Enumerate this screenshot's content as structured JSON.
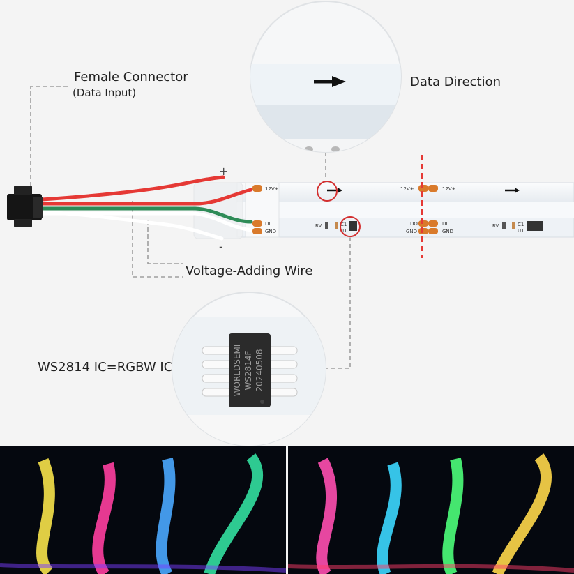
{
  "labels": {
    "female_connector": "Female Connector",
    "data_input": "(Data Input)",
    "data_direction": "Data Direction",
    "voltage_wire": "Voltage-Adding Wire",
    "ic_label": "WS2814 IC=RGBW IC"
  },
  "wire_marks": {
    "plus": "+",
    "minus": "-"
  },
  "pads": {
    "pad_12v": "12V+",
    "pad_di": "DI",
    "pad_do": "DO",
    "pad_gnd": "GND",
    "rv": "RV",
    "c1": "C1",
    "u1": "U1"
  },
  "chip": {
    "brand": "WORLDSEMI",
    "model": "WS2814F",
    "date": "20240508"
  },
  "colors": {
    "wire_red": "#e53935",
    "wire_green": "#2e8b57",
    "wire_white": "#ffffff",
    "cut_line": "#e53935",
    "pad": "#d97a2b",
    "dashed": "#9e9e9e"
  }
}
